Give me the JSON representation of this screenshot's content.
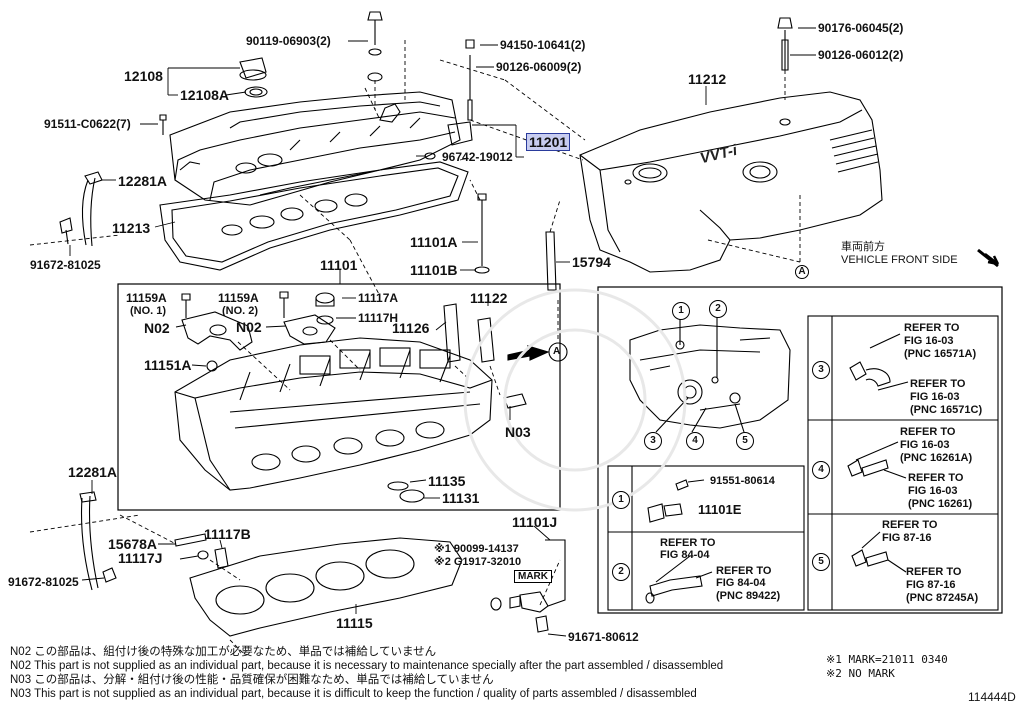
{
  "diagram": {
    "labels": {
      "p90119": "90119-06903(2)",
      "p12108": "12108",
      "p12108A": "12108A",
      "p91511": "91511-C0622(7)",
      "p12281A_top": "12281A",
      "p11213": "11213",
      "p91672_top": "91672-81025",
      "p94150": "94150-10641(2)",
      "p90126a": "90126-06009(2)",
      "p11201": "11201",
      "p96742": "96742-19012",
      "p90176": "90176-06045(2)",
      "p90126b": "90126-06012(2)",
      "p11212": "11212",
      "p11101A": "11101A",
      "p11101B": "11101B",
      "p15794": "15794",
      "p11101": "11101",
      "p11159A_1": "11159A",
      "p11159A_1_sub": "(NO. 1)",
      "p11159A_2": "11159A",
      "p11159A_2_sub": "(NO. 2)",
      "p11117A": "11117A",
      "p11117H": "11117H",
      "p11122": "11122",
      "p11126": "11126",
      "pN02a": "N02",
      "pN02b": "N02",
      "p11151A": "11151A",
      "pN03": "N03",
      "p11135": "11135",
      "p11131": "11131",
      "p12281A_bot": "12281A",
      "p15678A": "15678A",
      "p11117B": "11117B",
      "p11117J": "11117J",
      "p91672_bot": "91672-81025",
      "p11115": "11115",
      "p11101J": "11101J",
      "p90099": "※1 90099-14137",
      "pG1917": "※2 G1917-32010",
      "mark": "MARK",
      "p91671": "91671-80612",
      "callout_A": "A",
      "callout_A2": "A",
      "front_jp": "車両前方",
      "front_en": "VEHICLE FRONT SIDE",
      "cover_logo": "VVT-i",
      "fig_no": "114444D"
    },
    "detail_circles": [
      "1",
      "2",
      "3",
      "4",
      "5"
    ],
    "table": {
      "row1": {
        "num": "1",
        "part_a": "91551-80614",
        "part_b": "11101E"
      },
      "row2": {
        "num": "2",
        "ref1": "REFER TO",
        "ref1_fig": "FIG 84-04",
        "ref2": "REFER TO",
        "ref2_fig": "FIG 84-04",
        "ref2_pnc": "(PNC 89422)"
      },
      "row3": {
        "num": "3",
        "ref1": "REFER TO",
        "ref1_fig": "FIG 16-03",
        "ref1_pnc": "(PNC 16571A)",
        "ref2": "REFER TO",
        "ref2_fig": "FIG 16-03",
        "ref2_pnc": "(PNC 16571C)"
      },
      "row4": {
        "num": "4",
        "ref1": "REFER TO",
        "ref1_fig": "FIG 16-03",
        "ref1_pnc": "(PNC 16261A)",
        "ref2": "REFER TO",
        "ref2_fig": "FIG 16-03",
        "ref2_pnc": "(PNC 16261)"
      },
      "row5": {
        "num": "5",
        "ref1": "REFER TO",
        "ref1_fig": "FIG 87-16",
        "ref2": "REFER TO",
        "ref2_fig": "FIG 87-16",
        "ref2_pnc": "(PNC 87245A)"
      }
    },
    "notes": [
      "N02  この部品は、組付け後の特殊な加工が必要なため、単品では補給していません",
      "N02  This part is not supplied as an individual part, because it is necessary to maintenance specially after the part assembled / disassembled",
      "N03  この部品は、分解・組付け後の性能・品質確保が困難なため、単品では補給していません",
      "N03  This part is not supplied as an individual part, because it is difficult to keep the function / quality of parts  assembled / disassembled"
    ],
    "marks": {
      "m1": "※1  MARK=21011 0340",
      "m2": "※2  NO MARK"
    },
    "highlight_color": "#c8cdf0"
  }
}
